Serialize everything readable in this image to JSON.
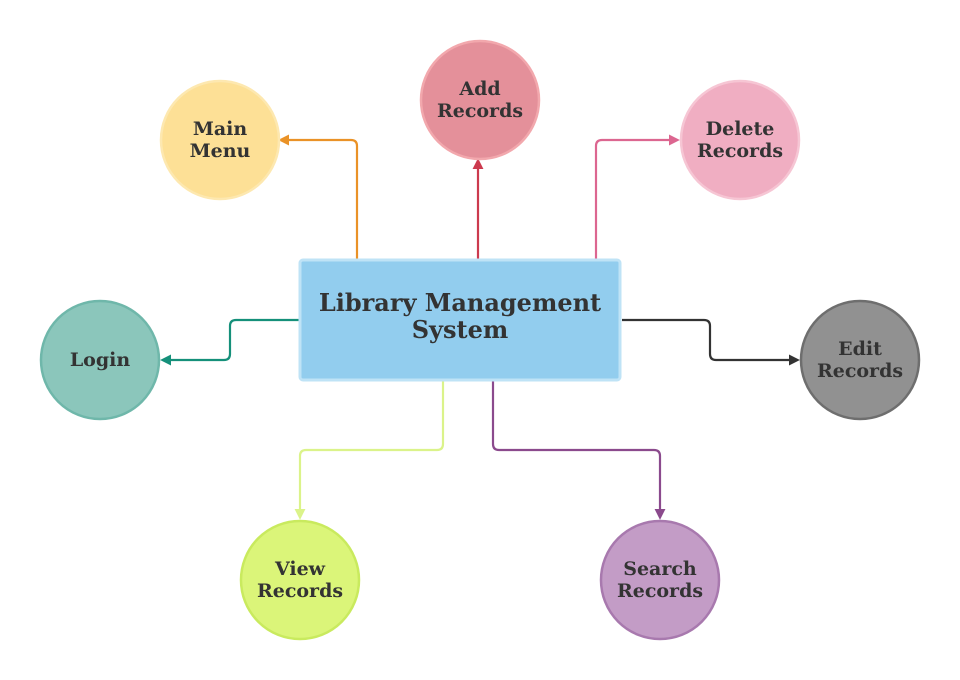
{
  "diagram": {
    "center": {
      "lines": [
        "Library Management",
        "System"
      ],
      "fill": "#92cdee",
      "stroke": "#bfe3f6"
    },
    "nodes": [
      {
        "id": "main-menu",
        "lines": [
          "Main",
          "Menu"
        ],
        "fill": "#fde096",
        "stroke": "#fde8b0",
        "edge": "#ea9227"
      },
      {
        "id": "add-records",
        "lines": [
          "Add",
          "Records"
        ],
        "fill": "#e4909a",
        "stroke": "#f2a8ad",
        "edge": "#cc3a4e"
      },
      {
        "id": "delete-records",
        "lines": [
          "Delete",
          "Records"
        ],
        "fill": "#f0aec2",
        "stroke": "#f6c6d4",
        "edge": "#dc6690"
      },
      {
        "id": "login",
        "lines": [
          "Login"
        ],
        "fill": "#8bc6bb",
        "stroke": "#6fb7aa",
        "edge": "#15907a"
      },
      {
        "id": "edit-records",
        "lines": [
          "Edit",
          "Records"
        ],
        "fill": "#919191",
        "stroke": "#6e6e6e",
        "edge": "#333333"
      },
      {
        "id": "view-records",
        "lines": [
          "View",
          "Records"
        ],
        "fill": "#dbf579",
        "stroke": "#c9ea5e",
        "edge": "#dbf38a"
      },
      {
        "id": "search-records",
        "lines": [
          "Search",
          "Records"
        ],
        "fill": "#c39cc6",
        "stroke": "#a879ae",
        "edge": "#8b4a8d"
      }
    ]
  }
}
